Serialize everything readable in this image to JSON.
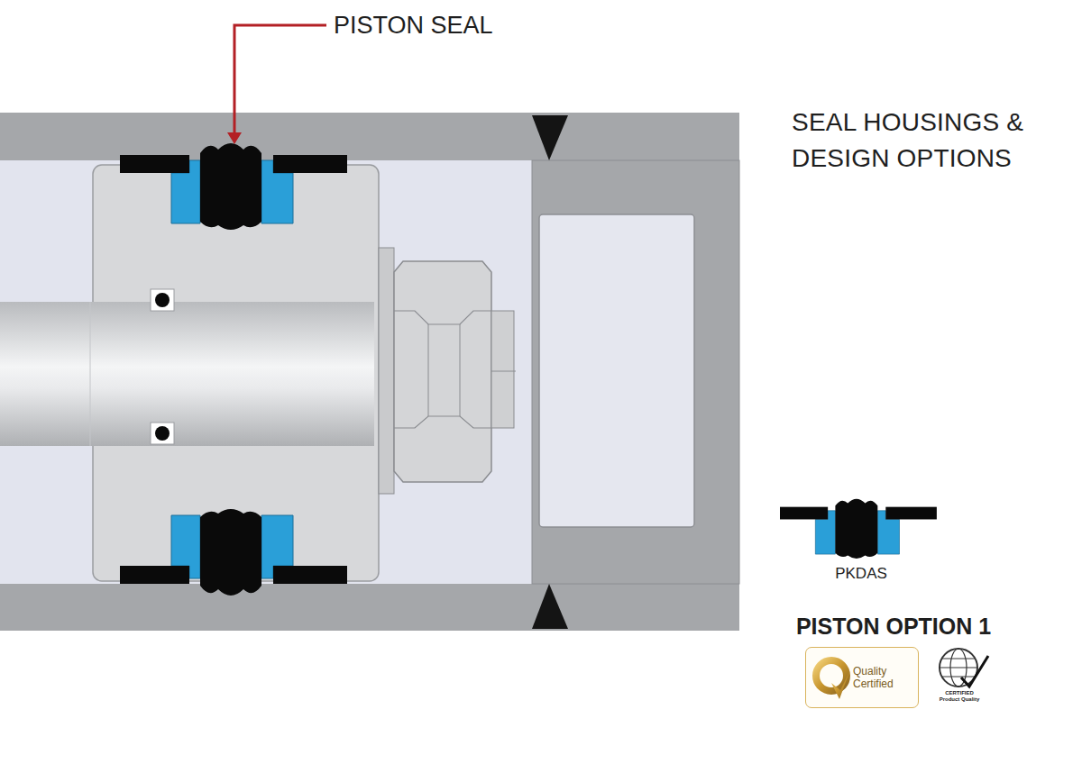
{
  "diagram": {
    "title": "SEAL HOUSINGS & DESIGN OPTIONS",
    "nodes": [
      {
        "text": [
          "Quality Certified"
        ]
      }
    ],
    "labels": [
      "PISTON SEAL",
      "PKDAS",
      "PISTON OPTION 1",
      "CERTIFIED Product Quality"
    ]
  }
}
